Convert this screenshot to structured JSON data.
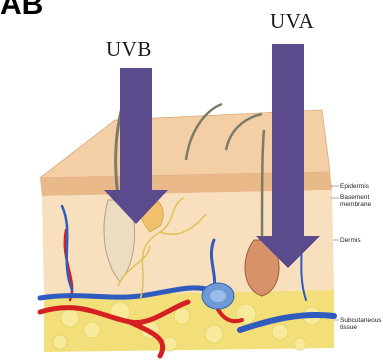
{
  "corner_text": "AB",
  "labels": {
    "uvb": "UVB",
    "uva": "UVA"
  },
  "layers": {
    "epidermis": "Epidermis",
    "basement_membrane": "Basement\nmembrane",
    "dermis": "Dermis",
    "subcutaneous": "Subcutaneous\ntissue"
  },
  "colors": {
    "arrow": "#5b4a8c",
    "epidermis": "#f2c79c",
    "dermis": "#f7dcb8",
    "fat": "#f3e27a",
    "artery": "#d42020",
    "vein": "#2f5bbf",
    "hair": "#8a8a78"
  }
}
